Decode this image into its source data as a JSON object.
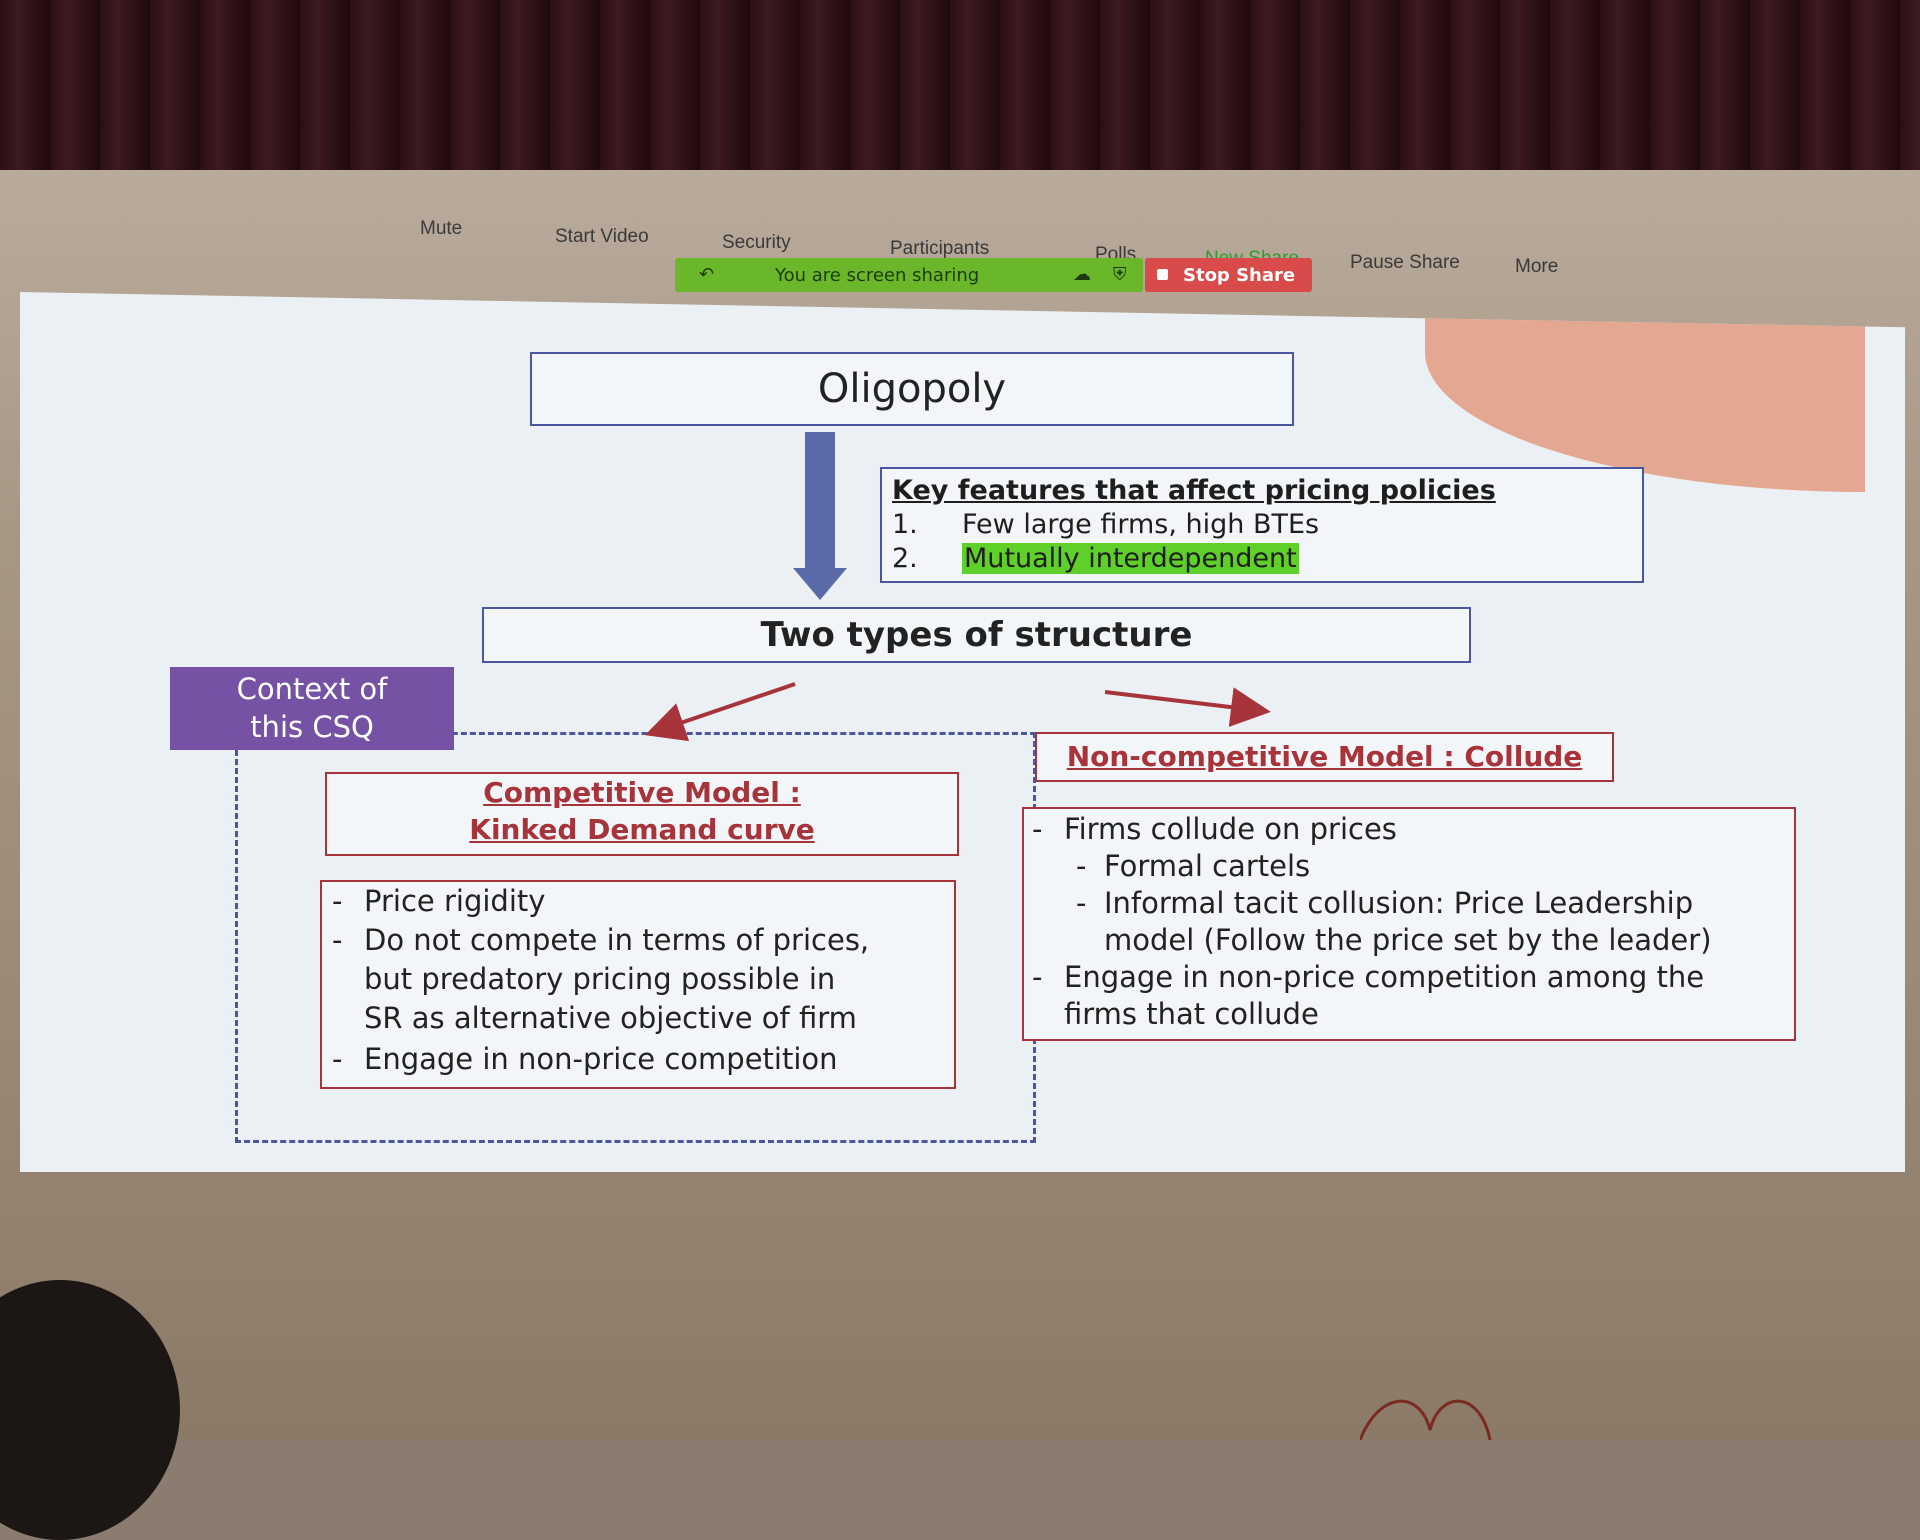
{
  "toolbar": {
    "mute": "Mute",
    "start_video": "Start Video",
    "security": "Security",
    "participants": "Participants",
    "polls": "Polls",
    "new_share": "New Share",
    "pause_share": "Pause Share",
    "more": "More",
    "sharing_status": "You are screen sharing",
    "stop_share": "Stop Share",
    "accent_green": "#6ab82a",
    "stop_red": "#d94a4a"
  },
  "slide": {
    "title": "Oligopoly",
    "features": {
      "heading": "Key features that affect pricing policies",
      "items": [
        {
          "num": "1.",
          "text": "Few large firms, high BTEs"
        },
        {
          "num": "2.",
          "text": "Mutually interdependent"
        }
      ]
    },
    "structure": "Two types of structure",
    "context": {
      "line1": "Context of",
      "line2": "this CSQ"
    },
    "competitive": {
      "title_line1": "Competitive Model :",
      "title_line2": "Kinked Demand curve",
      "bullets": [
        {
          "dash": "-",
          "text": "Price rigidity"
        },
        {
          "dash": "-",
          "text": "Do not compete in terms of prices,"
        },
        {
          "dash": "",
          "text": "but predatory pricing possible in"
        },
        {
          "dash": "",
          "text": "SR as alternative objective of firm"
        },
        {
          "dash": "-",
          "text": "Engage in non-price competition"
        }
      ]
    },
    "noncompetitive": {
      "title": "Non-competitive Model : Collude",
      "bullets": [
        {
          "dash": "-",
          "text": "Firms collude on prices"
        },
        {
          "dash": "-",
          "text": "Formal cartels"
        },
        {
          "dash": "-",
          "text": "Informal tacit collusion: Price Leadership"
        },
        {
          "dash": "",
          "text": "model (Follow the price set by the leader)"
        },
        {
          "dash": "-",
          "text": "Engage in non-price competition among the"
        },
        {
          "dash": "",
          "text": "firms that collude"
        }
      ]
    },
    "colors": {
      "blue_border": "#4a56a0",
      "red_border": "#a8343b",
      "purple": "#7552a3",
      "highlight": "#5fcf2a"
    }
  }
}
